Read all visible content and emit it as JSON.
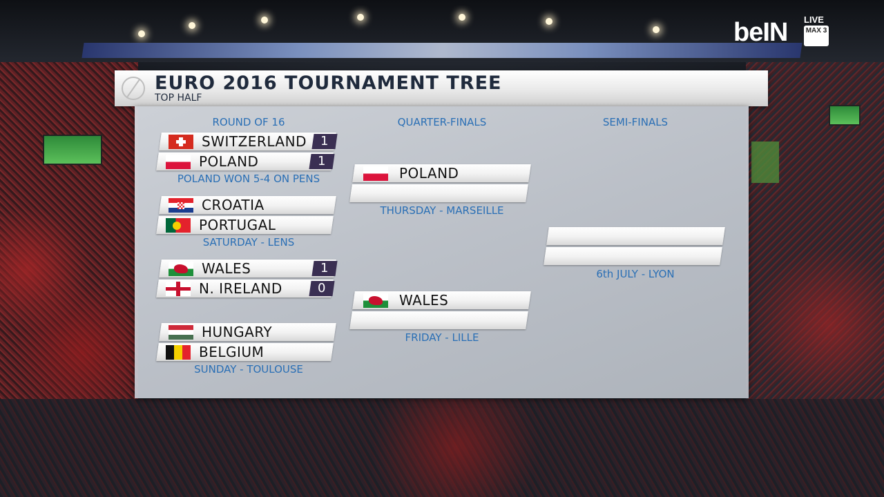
{
  "broadcaster": {
    "logo_text": "beIN",
    "live_label": "LIVE",
    "channel_label": "MAX 3"
  },
  "header": {
    "title": "EURO 2016 TOURNAMENT TREE",
    "subtitle": "TOP HALF"
  },
  "columns": {
    "round_of_16": "ROUND OF 16",
    "quarter_finals": "QUARTER-FINALS",
    "semi_finals": "SEMI-FINALS"
  },
  "round_of_16": [
    {
      "home": {
        "name": "SWITZERLAND",
        "flag": "switzerland-flag-icon",
        "score": "1"
      },
      "away": {
        "name": "POLAND",
        "flag": "poland-flag-icon",
        "score": "1"
      },
      "note": "POLAND WON 5-4 ON PENS"
    },
    {
      "home": {
        "name": "CROATIA",
        "flag": "croatia-flag-icon",
        "score": ""
      },
      "away": {
        "name": "PORTUGAL",
        "flag": "portugal-flag-icon",
        "score": ""
      },
      "note": "SATURDAY - LENS"
    },
    {
      "home": {
        "name": "WALES",
        "flag": "wales-flag-icon",
        "score": "1"
      },
      "away": {
        "name": "N. IRELAND",
        "flag": "northern-ireland-flag-icon",
        "score": "0"
      },
      "note": ""
    },
    {
      "home": {
        "name": "HUNGARY",
        "flag": "hungary-flag-icon",
        "score": ""
      },
      "away": {
        "name": "BELGIUM",
        "flag": "belgium-flag-icon",
        "score": ""
      },
      "note": "SUNDAY - TOULOUSE"
    }
  ],
  "quarter_finals": [
    {
      "team1": {
        "name": "POLAND",
        "flag": "poland-flag-icon"
      },
      "team2": {
        "name": ""
      },
      "note": "THURSDAY - MARSEILLE"
    },
    {
      "team1": {
        "name": "WALES",
        "flag": "wales-flag-icon"
      },
      "team2": {
        "name": ""
      },
      "note": "FRIDAY - LILLE"
    }
  ],
  "semi_finals": [
    {
      "team1": {
        "name": ""
      },
      "team2": {
        "name": ""
      },
      "note": "6th JULY - LYON"
    }
  ],
  "colors": {
    "accent_blue": "#2a6fb5",
    "title_navy": "#1f2a3c",
    "score_box": "#3a2f52"
  }
}
